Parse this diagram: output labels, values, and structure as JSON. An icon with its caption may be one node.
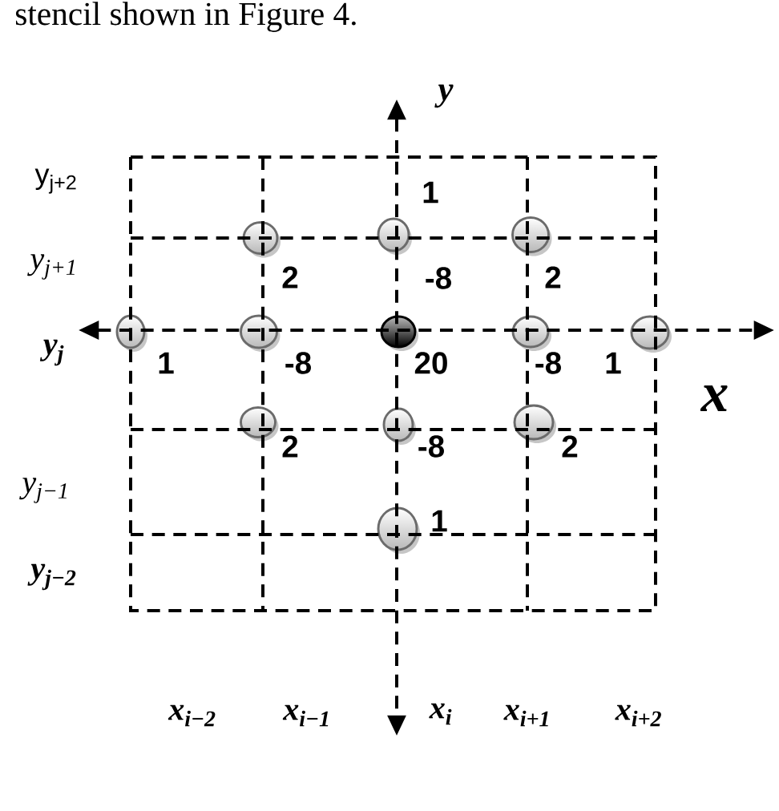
{
  "diagram": {
    "nodes": [
      {
        "text": [],
        "shape": "circle",
        "beside": [
          "2"
        ]
      },
      {
        "text": [],
        "shape": "circle",
        "beside": [
          "-8"
        ]
      },
      {
        "text": [],
        "shape": "circle",
        "beside": [
          "2"
        ]
      },
      {
        "text": [],
        "shape": "circle",
        "beside": [
          "1"
        ]
      },
      {
        "text": [],
        "shape": "circle",
        "beside": [
          "-8"
        ]
      },
      {
        "text": [],
        "shape": "circle",
        "beside": [
          "20"
        ]
      },
      {
        "text": [],
        "shape": "circle",
        "beside": [
          "-8"
        ]
      },
      {
        "text": [],
        "shape": "circle",
        "beside": [
          "1"
        ]
      },
      {
        "text": [],
        "shape": "circle",
        "beside": [
          "2"
        ]
      },
      {
        "text": [],
        "shape": "circle",
        "beside": [
          "-8"
        ]
      },
      {
        "text": [],
        "shape": "circle",
        "beside": [
          "2"
        ]
      },
      {
        "text": [],
        "shape": "circle",
        "beside": [
          "1"
        ]
      }
    ],
    "labels": [
      "stencil shown in Figure 4.",
      "y",
      "y$_{j+2}$",
      "1",
      "y$_{j+1}$",
      "y$_{j}$",
      "x",
      "y$_{j−1}$",
      "y$_{j−2}$",
      "x$_{i−2}$",
      "x$_{i−1}$",
      "x$_{i}$",
      "x$_{i+1}$",
      "x$_{i+2}$"
    ]
  }
}
